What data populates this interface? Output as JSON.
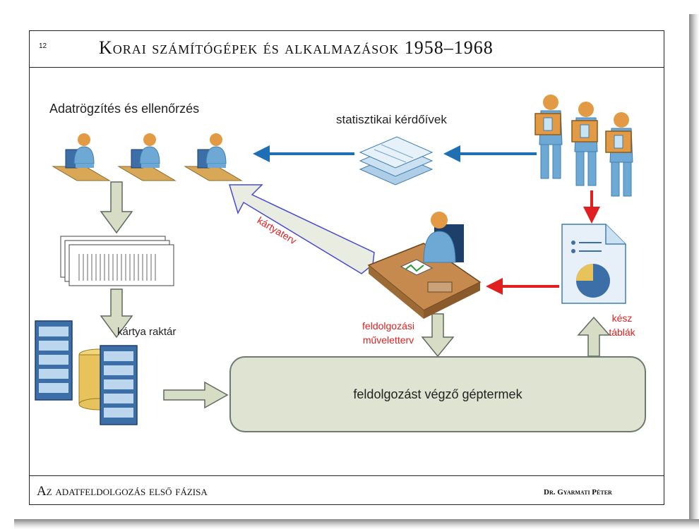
{
  "slide": {
    "number": "12",
    "title": "Korai számítógépek és alkalmazások   1958–1968",
    "footer_left": "Az adatfeldolgozás első fázisa",
    "footer_right": "Dr. Gyarmati Péter"
  },
  "diagram": {
    "data_entry_label": "Adatrögzítés és ellenőrzés",
    "questionnaires_label": "statisztikai kérdőívek",
    "card_plan_label": "kártyaterv",
    "card_store_label": "kártya raktár",
    "processing_plan_label": [
      "feldolgozási",
      "műveletterv"
    ],
    "finished_tables_label": [
      "kész",
      "táblák"
    ],
    "machine_room_label": "feldolgozást végző géptermek"
  },
  "colors": {
    "blue_arrow": "#1f6fb5",
    "red_arrow": "#e02020",
    "gray_arrow": "#d7ddc4",
    "person": "#6ea9d6",
    "head": "#e39a45",
    "box": "#dfe3d2"
  }
}
